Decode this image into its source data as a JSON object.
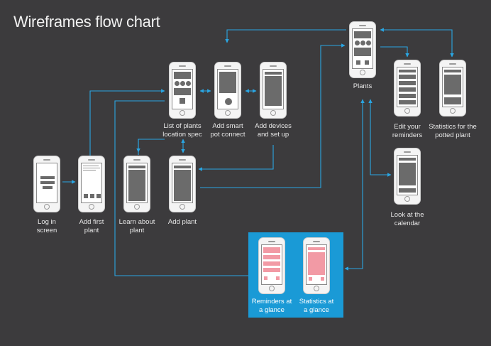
{
  "title": "Wireframes flow chart",
  "nodes": {
    "login": "Log in\nscreen",
    "add_first_plant": "Add first\nplant",
    "learn_about_plant": "Learn about\nplant",
    "add_plant": "Add plant",
    "list_of_plants": "List of plants\nlocation spec",
    "add_smart_pot": "Add smart\npot connect",
    "add_devices": "Add devices\nand set up",
    "plants": "Plants",
    "edit_reminders": "Edit your\nreminders",
    "statistics_potted": "Statistics for the\npotted plant",
    "calendar": "Look at the\ncalendar",
    "reminders_glance": "Reminders at\na glance",
    "statistics_glance": "Statistics at\na glance"
  },
  "colors": {
    "background": "#3c3b3d",
    "connector": "#2aa6e3",
    "highlight": "#1a9ad6",
    "accent_screen": "#f29aa5"
  }
}
